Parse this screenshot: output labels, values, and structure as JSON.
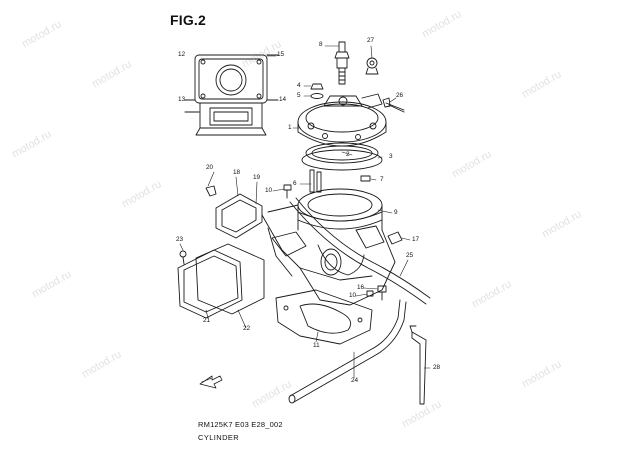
{
  "figure": {
    "title": "FIG.2",
    "model_code": "RM125K7 E03 E28_002",
    "caption": "CYLINDER"
  },
  "watermark": {
    "text": "motod.ru",
    "color": "#e2e2e2"
  },
  "callouts": [
    {
      "id": "c12",
      "label": "12"
    },
    {
      "id": "c15",
      "label": "15"
    },
    {
      "id": "c13",
      "label": "13"
    },
    {
      "id": "c14",
      "label": "14"
    },
    {
      "id": "c8",
      "label": "8"
    },
    {
      "id": "c27",
      "label": "27"
    },
    {
      "id": "c4",
      "label": "4"
    },
    {
      "id": "c5",
      "label": "5"
    },
    {
      "id": "c26",
      "label": "26"
    },
    {
      "id": "c1",
      "label": "1"
    },
    {
      "id": "c2",
      "label": "2"
    },
    {
      "id": "c3",
      "label": "3"
    },
    {
      "id": "c7",
      "label": "7"
    },
    {
      "id": "c20",
      "label": "20"
    },
    {
      "id": "c18",
      "label": "18"
    },
    {
      "id": "c19",
      "label": "19"
    },
    {
      "id": "c10a",
      "label": "10"
    },
    {
      "id": "c6",
      "label": "6"
    },
    {
      "id": "c9",
      "label": "9"
    },
    {
      "id": "c23",
      "label": "23"
    },
    {
      "id": "c17",
      "label": "17"
    },
    {
      "id": "c25",
      "label": "25"
    },
    {
      "id": "c16",
      "label": "16"
    },
    {
      "id": "c10b",
      "label": "10"
    },
    {
      "id": "c21",
      "label": "21"
    },
    {
      "id": "c22",
      "label": "22"
    },
    {
      "id": "c11",
      "label": "11"
    },
    {
      "id": "c24",
      "label": "24"
    },
    {
      "id": "c28",
      "label": "28"
    }
  ],
  "icons": {
    "front_arrow": "front-arrow-icon"
  }
}
